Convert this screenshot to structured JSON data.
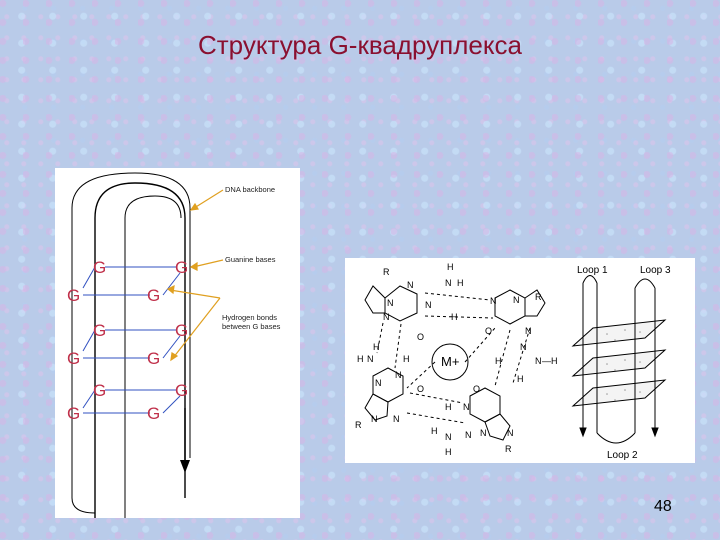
{
  "title": "Структура G-квадруплекса",
  "page_number": "48",
  "left_diagram": {
    "labels": {
      "backbone": "DNA backbone",
      "guanine": "Guanine bases",
      "hbonds_line1": "Hydrogen bonds",
      "hbonds_line2": "between G bases"
    },
    "g_letter": "G"
  },
  "right_diagram": {
    "ion": "M+",
    "loop1": "Loop 1",
    "loop2": "Loop 2",
    "loop3": "Loop 3"
  },
  "colors": {
    "title": "#8a1030",
    "g_letters": "#c0304a",
    "arrows": "#e0a020",
    "hbonds": "#3050c0"
  }
}
